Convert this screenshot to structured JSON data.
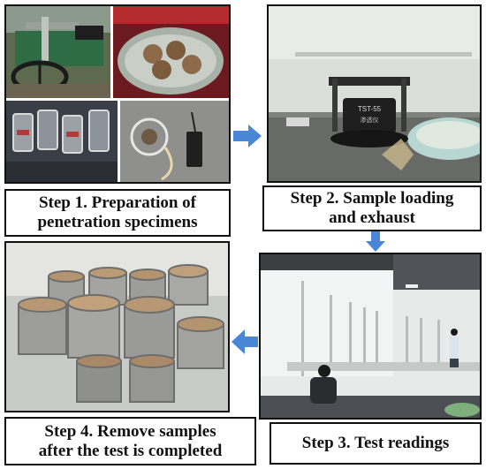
{
  "steps": [
    {
      "line1": "Step 1. Preparation of",
      "line2": "penetration specimens"
    },
    {
      "line1": "Step 2. Sample loading",
      "line2": "and exhaust"
    },
    {
      "line1": "Step 3. Test readings",
      "line2": ""
    },
    {
      "line1": "Step 4. Remove samples",
      "line2": "after the test is completed"
    }
  ],
  "photos": {
    "apparatus_label": "TST-55",
    "apparatus_sub": "渗透仪"
  },
  "colors": {
    "arrow": "#4a86d8",
    "border": "#111111"
  }
}
